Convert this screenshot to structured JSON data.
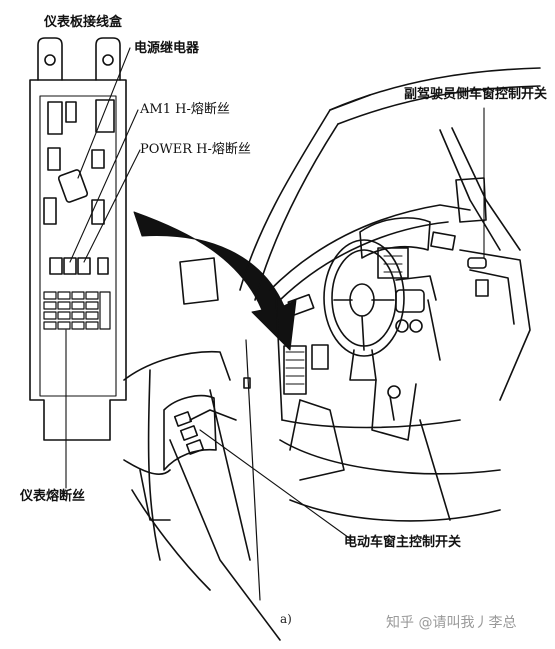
{
  "labels": {
    "junction_box": "仪表板接线盒",
    "power_relay": "电源继电器",
    "am1_fuse": "AM1 H-熔断丝",
    "power_fuse": "POWER H-熔断丝",
    "passenger_window_switch": "副驾驶员侧车窗控制开关",
    "instrument_fuse": "仪表熔断丝",
    "master_window_switch": "电动车窗主控制开关"
  },
  "caption": "a)",
  "watermark": "知乎 @请叫我丿李总"
}
